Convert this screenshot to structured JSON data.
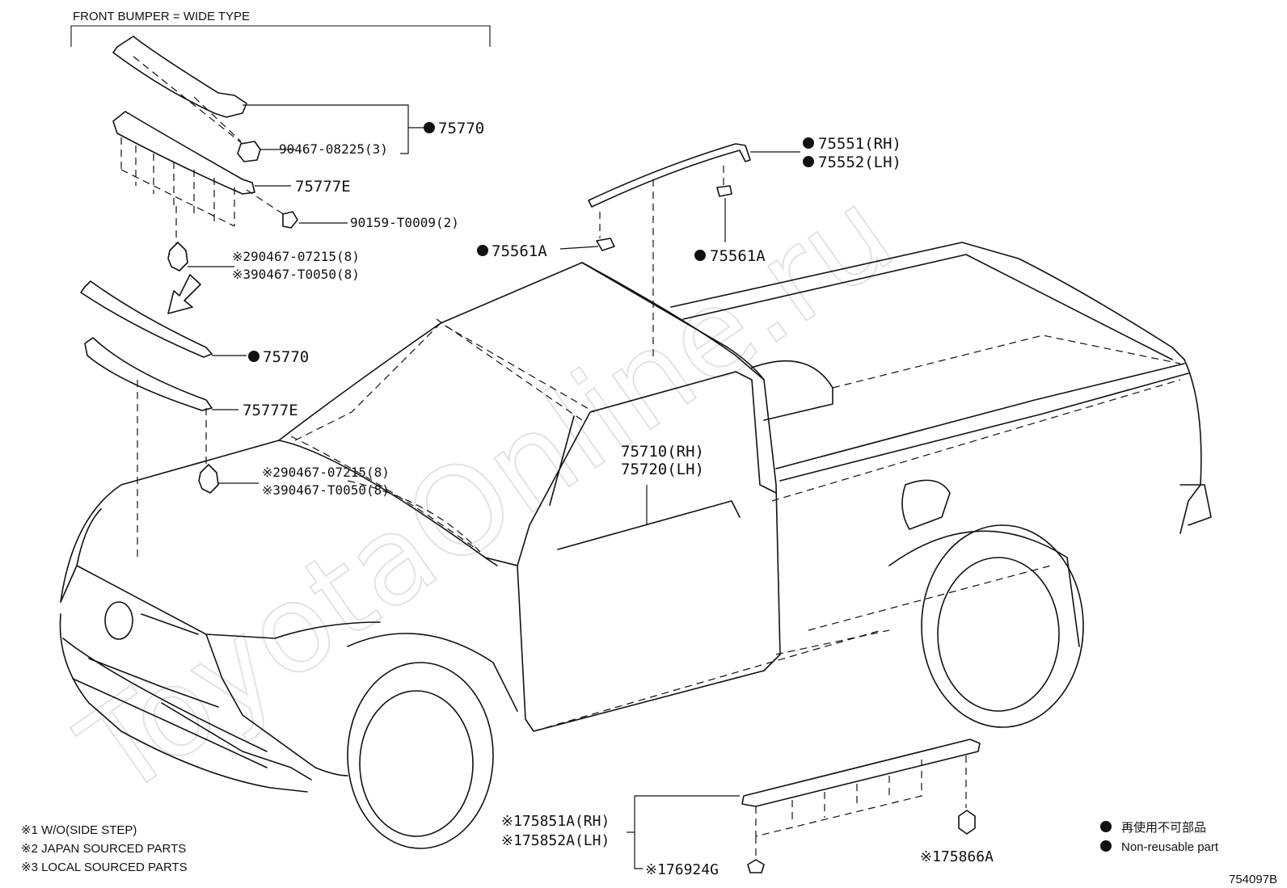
{
  "header": {
    "scope_title": "FRONT BUMPER = WIDE TYPE"
  },
  "watermark": "ToyotaOnline.ru",
  "callouts": {
    "top_molding": "75770",
    "top_bolt": "90467-08225(3)",
    "top_bracket": "75777E",
    "top_screw": "90159-T0009(2)",
    "top_clip_2": "※290467-07215(8)",
    "top_clip_3": "※390467-T0050(8)",
    "mid_molding": "75770",
    "mid_bracket": "75777E",
    "mid_clip_2": "※290467-07215(8)",
    "mid_clip_3": "※390467-T0050(8)",
    "roof_rh": "75551(RH)",
    "roof_lh": "75552(LH)",
    "roof_clip_left": "75561A",
    "roof_clip_right": "75561A",
    "belt_rh": "75710(RH)",
    "belt_lh": "75720(LH)",
    "rocker_rh": "※175851A(RH)",
    "rocker_lh": "※175852A(LH)",
    "rocker_clip": "※176924G",
    "rocker_nut": "※175866A"
  },
  "footnotes": [
    "※1 W/O(SIDE STEP)",
    "※2 JAPAN SOURCED PARTS",
    "※3 LOCAL SOURCED PARTS"
  ],
  "legend": {
    "line1": "再使用不可部品",
    "line2": "Non-reusable part"
  },
  "figure_id": "754097B"
}
